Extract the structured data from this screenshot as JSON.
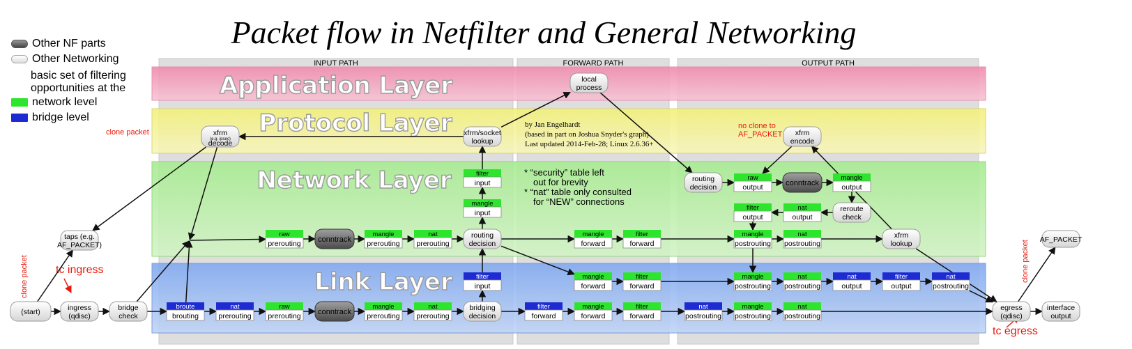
{
  "title": "Packet flow in Netfilter and General Networking",
  "legend": {
    "nf_parts": "Other NF parts",
    "other_net": "Other Networking",
    "note_line1": "basic set of filtering",
    "note_line2": "opportunities at the",
    "network_level": "network level",
    "bridge_level": "bridge level"
  },
  "paths": {
    "input": "INPUT PATH",
    "forward": "FORWARD PATH",
    "output": "OUTPUT PATH"
  },
  "layers": {
    "application": "Application Layer",
    "protocol": "Protocol Layer",
    "network": "Network Layer",
    "link": "Link Layer"
  },
  "credits": {
    "line1": "by Jan Engelhardt",
    "line2": "(based in part on Joshua Snyder's graph)",
    "line3": "Last updated 2014-Feb-28; Linux 2.6.36+"
  },
  "notes": {
    "line1": "* “security” table left",
    "line2": "out for brevity",
    "line3": "* “nat” table only consulted",
    "line4": "for “NEW” connections"
  },
  "annotations": {
    "clone_packet_top": "clone packet",
    "clone_packet_left": "clone packet",
    "clone_packet_right": "clone packet",
    "tc_ingress": "tc ingress",
    "tc_egress": "tc egress",
    "no_clone_1": "no clone to",
    "no_clone_2": "AF_PACKET"
  },
  "colors": {
    "green": "#2ee52e",
    "blue": "#1d2bd1",
    "red": "#e8180c"
  },
  "nodes": [
    {
      "id": "start",
      "kind": "other",
      "l1": "(start)",
      "l2": ""
    },
    {
      "id": "ingress",
      "kind": "other",
      "l1": "ingress",
      "l2": "(qdisc)"
    },
    {
      "id": "taps",
      "kind": "other",
      "l1": "taps (e.g.",
      "l2": "AF_PACKET)"
    },
    {
      "id": "bridgecheck",
      "kind": "other",
      "l1": "bridge",
      "l2": "check"
    },
    {
      "id": "xfrmdecode",
      "kind": "other",
      "l1": "xfrm",
      "l1s": "(e.g. ipsec)",
      "l2": "decode"
    },
    {
      "id": "xfrmsocket",
      "kind": "other",
      "l1": "xfrm/socket",
      "l2": "lookup"
    },
    {
      "id": "localproc",
      "kind": "other",
      "l1": "local",
      "l2": "process"
    },
    {
      "id": "routedec_in",
      "kind": "other",
      "l1": "routing",
      "l2": "decision"
    },
    {
      "id": "bridgedec",
      "kind": "other",
      "l1": "bridging",
      "l2": "decision"
    },
    {
      "id": "routedec_out",
      "kind": "other",
      "l1": "routing",
      "l2": "decision"
    },
    {
      "id": "xfrmencode",
      "kind": "other",
      "l1": "xfrm",
      "l2": "encode"
    },
    {
      "id": "reroute",
      "kind": "other",
      "l1": "reroute",
      "l2": "check"
    },
    {
      "id": "xfrmlookup",
      "kind": "other",
      "l1": "xfrm",
      "l2": "lookup"
    },
    {
      "id": "afpacket",
      "kind": "other",
      "l1": "AF_PACKET",
      "l2": ""
    },
    {
      "id": "egress",
      "kind": "other",
      "l1": "egress",
      "l2": "(qdisc)"
    },
    {
      "id": "ifout",
      "kind": "other",
      "l1": "interface",
      "l2": "output"
    },
    {
      "id": "ct_in",
      "kind": "nf",
      "l1": "conntrack",
      "l2": ""
    },
    {
      "id": "ct_br",
      "kind": "nf",
      "l1": "conntrack",
      "l2": ""
    },
    {
      "id": "ct_out",
      "kind": "nf",
      "l1": "conntrack",
      "l2": ""
    },
    {
      "id": "n_raw_pre",
      "kind": "green",
      "l1": "raw",
      "l2": "prerouting"
    },
    {
      "id": "n_mangle_pre",
      "kind": "green",
      "l1": "mangle",
      "l2": "prerouting"
    },
    {
      "id": "n_nat_pre",
      "kind": "green",
      "l1": "nat",
      "l2": "prerouting"
    },
    {
      "id": "n_mangle_in",
      "kind": "green",
      "l1": "mangle",
      "l2": "input"
    },
    {
      "id": "n_filter_in",
      "kind": "green",
      "l1": "filter",
      "l2": "input"
    },
    {
      "id": "n_mangle_fwd",
      "kind": "green",
      "l1": "mangle",
      "l2": "forward"
    },
    {
      "id": "n_filter_fwd",
      "kind": "green",
      "l1": "filter",
      "l2": "forward"
    },
    {
      "id": "n_raw_out",
      "kind": "green",
      "l1": "raw",
      "l2": "output"
    },
    {
      "id": "n_mangle_out",
      "kind": "green",
      "l1": "mangle",
      "l2": "output"
    },
    {
      "id": "n_filter_out",
      "kind": "green",
      "l1": "filter",
      "l2": "output"
    },
    {
      "id": "n_nat_out",
      "kind": "green",
      "l1": "nat",
      "l2": "output"
    },
    {
      "id": "n_mangle_post",
      "kind": "green",
      "l1": "mangle",
      "l2": "postrouting"
    },
    {
      "id": "n_nat_post",
      "kind": "green",
      "l1": "nat",
      "l2": "postrouting"
    },
    {
      "id": "b_broute",
      "kind": "blue",
      "l1": "broute",
      "l2": "brouting"
    },
    {
      "id": "b_nat_pre",
      "kind": "blue",
      "l1": "nat",
      "l2": "prerouting"
    },
    {
      "id": "l_raw_pre",
      "kind": "green",
      "l1": "raw",
      "l2": "prerouting"
    },
    {
      "id": "l_mangle_pre",
      "kind": "green",
      "l1": "mangle",
      "l2": "prerouting"
    },
    {
      "id": "l_nat_pre",
      "kind": "green",
      "l1": "nat",
      "l2": "prerouting"
    },
    {
      "id": "b_filter_in",
      "kind": "blue",
      "l1": "filter",
      "l2": "input"
    },
    {
      "id": "l_mangle_fwd_a",
      "kind": "green",
      "l1": "mangle",
      "l2": "forward"
    },
    {
      "id": "l_filter_fwd_a",
      "kind": "green",
      "l1": "filter",
      "l2": "forward"
    },
    {
      "id": "l_mangle_post_a",
      "kind": "green",
      "l1": "mangle",
      "l2": "postrouting"
    },
    {
      "id": "l_nat_post_a",
      "kind": "green",
      "l1": "nat",
      "l2": "postrouting"
    },
    {
      "id": "b_nat_out",
      "kind": "blue",
      "l1": "nat",
      "l2": "output"
    },
    {
      "id": "b_filter_out",
      "kind": "blue",
      "l1": "filter",
      "l2": "output"
    },
    {
      "id": "b_nat_post_a",
      "kind": "blue",
      "l1": "nat",
      "l2": "postrouting"
    },
    {
      "id": "b_filter_fwd",
      "kind": "blue",
      "l1": "filter",
      "l2": "forward"
    },
    {
      "id": "l_mangle_fwd_b",
      "kind": "green",
      "l1": "mangle",
      "l2": "forward"
    },
    {
      "id": "l_filter_fwd_b",
      "kind": "green",
      "l1": "filter",
      "l2": "forward"
    },
    {
      "id": "b_nat_post_b",
      "kind": "blue",
      "l1": "nat",
      "l2": "postrouting"
    },
    {
      "id": "l_mangle_post_b",
      "kind": "green",
      "l1": "mangle",
      "l2": "postrouting"
    },
    {
      "id": "l_nat_post_b",
      "kind": "green",
      "l1": "nat",
      "l2": "postrouting"
    }
  ],
  "edges": [
    [
      "start",
      "ingress"
    ],
    [
      "ingress",
      "bridgecheck"
    ],
    [
      "start",
      "taps"
    ],
    [
      "bridgecheck",
      "b_broute"
    ],
    [
      "bridgecheck",
      "net_entry"
    ],
    [
      "b_broute",
      "net_entry"
    ],
    [
      "b_broute",
      "b_nat_pre"
    ],
    [
      "b_nat_pre",
      "l_raw_pre"
    ],
    [
      "l_raw_pre",
      "ct_br"
    ],
    [
      "ct_br",
      "l_mangle_pre"
    ],
    [
      "l_mangle_pre",
      "l_nat_pre"
    ],
    [
      "l_nat_pre",
      "bridgedec"
    ],
    [
      "bridgedec",
      "b_filter_in"
    ],
    [
      "b_filter_in",
      "routedec_in"
    ],
    [
      "bridgedec",
      "b_filter_fwd"
    ],
    [
      "b_filter_fwd",
      "l_mangle_fwd_b"
    ],
    [
      "l_mangle_fwd_b",
      "l_filter_fwd_b"
    ],
    [
      "l_filter_fwd_b",
      "b_nat_post_b"
    ],
    [
      "b_nat_post_b",
      "l_mangle_post_b"
    ],
    [
      "l_mangle_post_b",
      "l_nat_post_b"
    ],
    [
      "l_nat_post_b",
      "egress"
    ],
    [
      "net_entry",
      "n_raw_pre"
    ],
    [
      "n_raw_pre",
      "ct_in"
    ],
    [
      "ct_in",
      "n_mangle_pre"
    ],
    [
      "n_mangle_pre",
      "n_nat_pre"
    ],
    [
      "n_nat_pre",
      "routedec_in"
    ],
    [
      "routedec_in",
      "n_mangle_in"
    ],
    [
      "n_mangle_in",
      "n_filter_in"
    ],
    [
      "n_filter_in",
      "xfrmsocket"
    ],
    [
      "xfrmsocket",
      "localproc"
    ],
    [
      "xfrmsocket",
      "xfrmdecode"
    ],
    [
      "xfrmdecode",
      "net_entry"
    ],
    [
      "xfrmdecode",
      "taps"
    ],
    [
      "routedec_in",
      "n_mangle_fwd"
    ],
    [
      "n_mangle_fwd",
      "n_filter_fwd"
    ],
    [
      "n_filter_fwd",
      "n_mangle_post"
    ],
    [
      "routedec_in",
      "l_mangle_fwd_a"
    ],
    [
      "l_mangle_fwd_a",
      "l_filter_fwd_a"
    ],
    [
      "l_filter_fwd_a",
      "l_mangle_post_a"
    ],
    [
      "localproc",
      "routedec_out"
    ],
    [
      "routedec_out",
      "n_raw_out"
    ],
    [
      "n_raw_out",
      "ct_out"
    ],
    [
      "ct_out",
      "n_mangle_out"
    ],
    [
      "n_mangle_out",
      "reroute"
    ],
    [
      "reroute",
      "n_nat_out"
    ],
    [
      "n_nat_out",
      "n_filter_out"
    ],
    [
      "n_filter_out",
      "n_mangle_post"
    ],
    [
      "n_mangle_post",
      "n_nat_post"
    ],
    [
      "n_nat_post",
      "xfrmlookup"
    ],
    [
      "xfrmlookup",
      "xfrmencode"
    ],
    [
      "xfrmencode",
      "n_raw_out"
    ],
    [
      "xfrmlookup",
      "egress"
    ],
    [
      "l_mangle_post_a",
      "l_nat_post_a"
    ],
    [
      "l_nat_post_a",
      "b_nat_out"
    ],
    [
      "b_nat_out",
      "b_filter_out"
    ],
    [
      "b_filter_out",
      "b_nat_post_a"
    ],
    [
      "b_nat_post_a",
      "egress"
    ],
    [
      "egress",
      "ifout"
    ],
    [
      "egress",
      "afpacket"
    ],
    [
      "n_filter_out",
      "l_mangle_post_a"
    ]
  ]
}
